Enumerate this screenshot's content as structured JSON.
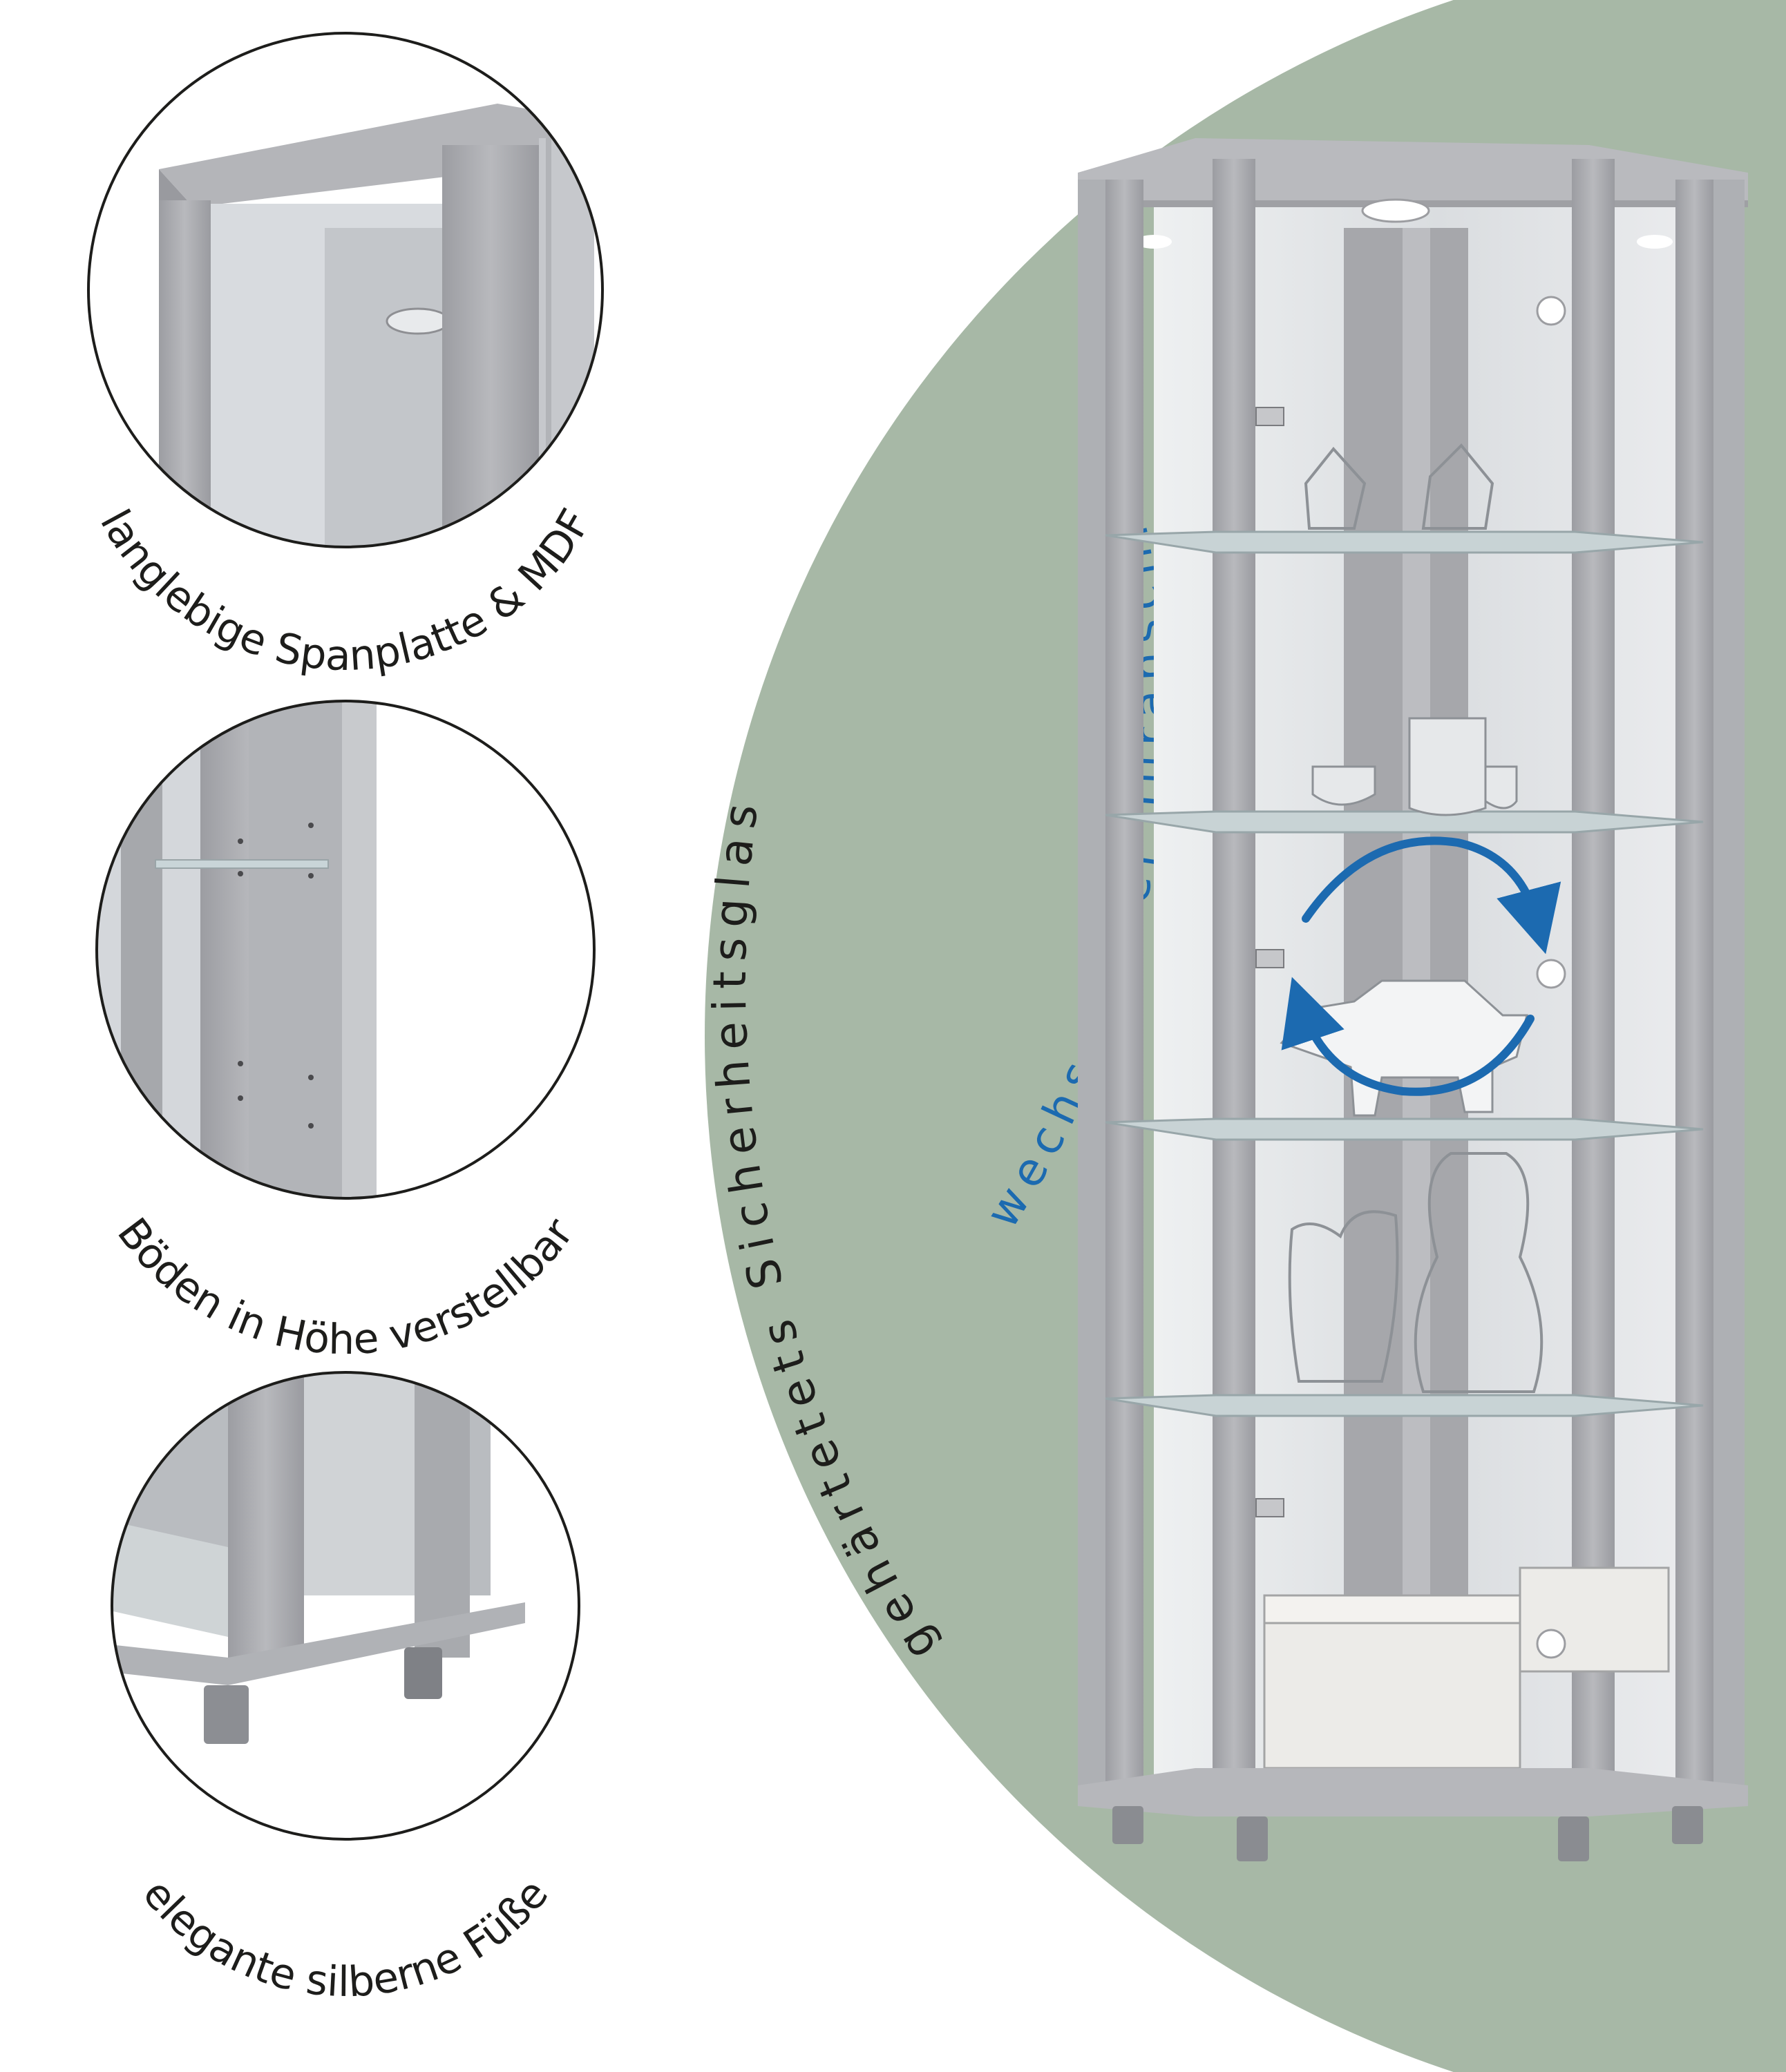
{
  "colors": {
    "background": "#ffffff",
    "sage_panel": "#a7b8a6",
    "cabinet_silver": "#a9aaae",
    "cabinet_dark": "#8c8d92",
    "glass": "#dcdfe2",
    "accent_blue": "#1c6ab0",
    "text_dark": "#1d1d1b"
  },
  "features": [
    {
      "label": "langlebige Spanplatte & MDF",
      "image": "cabinet-top-corner-closeup"
    },
    {
      "label": "Böden in Höhe verstellbar",
      "image": "shelf-support-closeup"
    },
    {
      "label": "elegante silberne Füße",
      "image": "cabinet-feet-closeup"
    }
  ],
  "glass_text": "gehärtetets Sicherheitsglas",
  "door_text": "wechselbarer Türanschlag",
  "icons": {
    "door_swap": "swap-arrows-icon"
  }
}
